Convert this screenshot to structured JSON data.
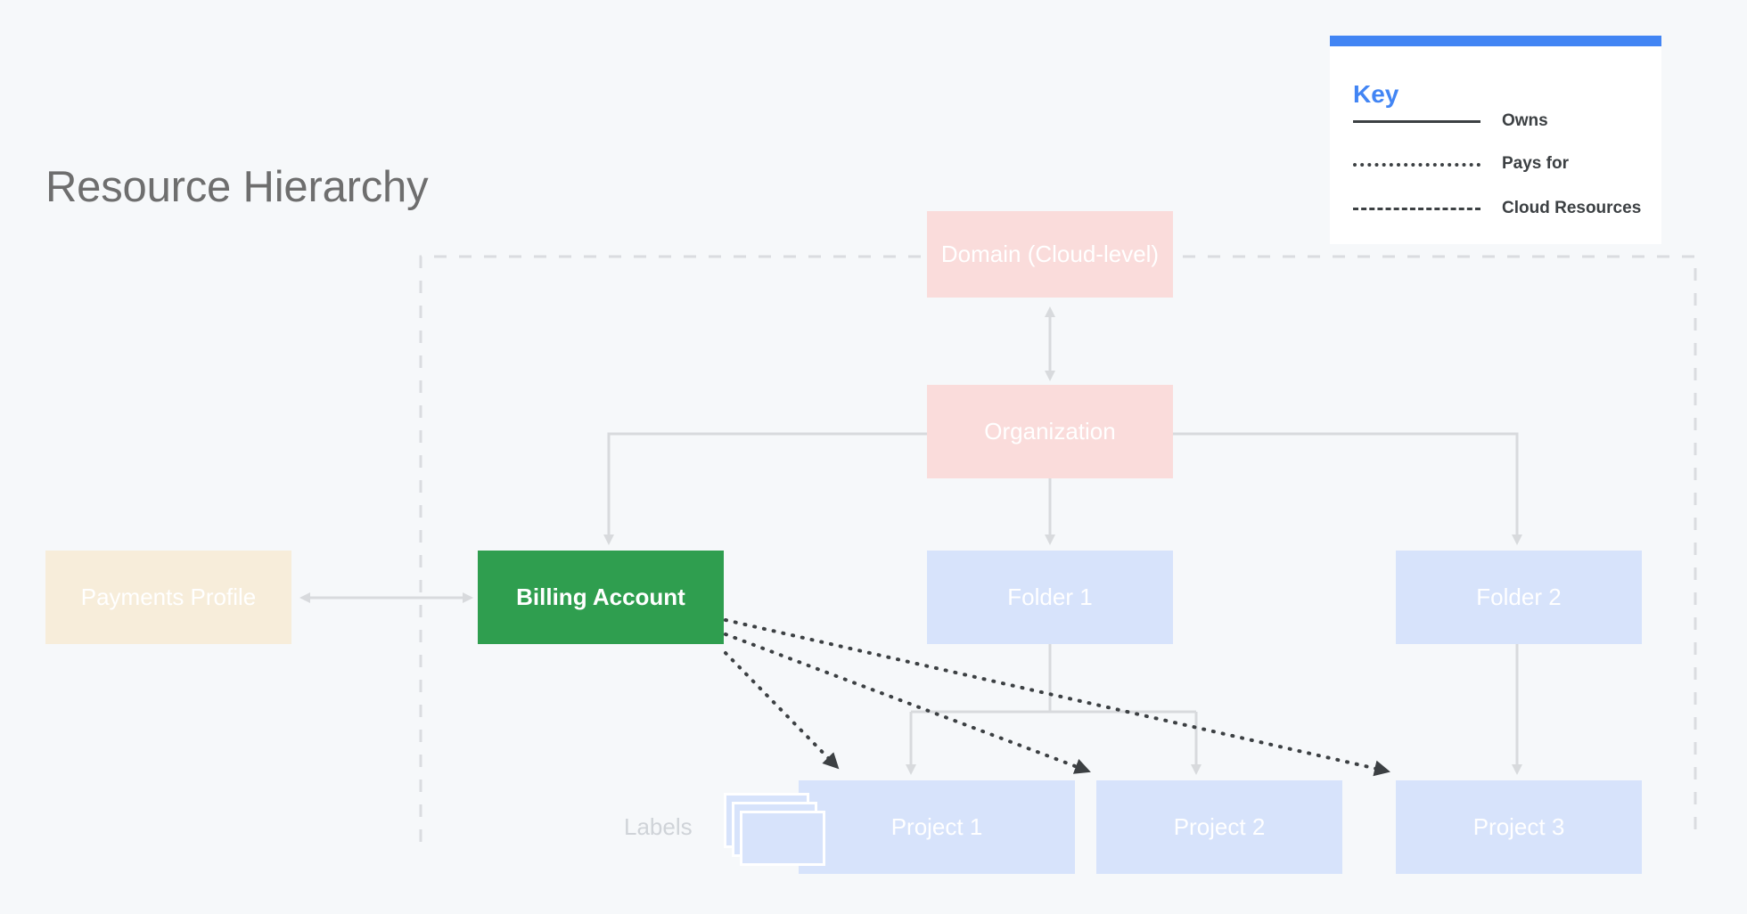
{
  "page": {
    "title": "Resource Hierarchy",
    "background_color": "#f6f8fa"
  },
  "key": {
    "title": "Key",
    "accent_color": "#4285f4",
    "rows": [
      {
        "style": "solid",
        "label": "Owns"
      },
      {
        "style": "dotted",
        "label": "Pays for"
      },
      {
        "style": "dashed",
        "label": "Cloud Resources"
      }
    ]
  },
  "nodes": {
    "domain": {
      "label": "Domain (Cloud-level)",
      "color": "#fadcdb",
      "text_color": "#ffffff"
    },
    "organization": {
      "label": "Organization",
      "color": "#fadcdb",
      "text_color": "#ffffff"
    },
    "billing": {
      "label": "Billing Account",
      "color": "#2f9e4f",
      "text_color": "#ffffff"
    },
    "payments": {
      "label": "Payments Profile",
      "color": "#f7edda",
      "text_color": "#ffffff"
    },
    "folder1": {
      "label": "Folder 1",
      "color": "#d7e3fb",
      "text_color": "#ffffff"
    },
    "folder2": {
      "label": "Folder 2",
      "color": "#d7e3fb",
      "text_color": "#ffffff"
    },
    "project1": {
      "label": "Project 1",
      "color": "#d7e3fb",
      "text_color": "#ffffff"
    },
    "project2": {
      "label": "Project 2",
      "color": "#d7e3fb",
      "text_color": "#ffffff"
    },
    "project3": {
      "label": "Project 3",
      "color": "#d7e3fb",
      "text_color": "#ffffff"
    },
    "labels": {
      "label": "Labels",
      "color": "#d7e3fb",
      "text_color": "#cfd3d8"
    }
  },
  "edges": [
    {
      "from": "domain",
      "to": "organization",
      "style": "solid",
      "arrows": "both"
    },
    {
      "from": "organization",
      "to": "billing",
      "style": "solid",
      "arrows": "end"
    },
    {
      "from": "organization",
      "to": "folder1",
      "style": "solid",
      "arrows": "end"
    },
    {
      "from": "organization",
      "to": "folder2",
      "style": "solid",
      "arrows": "end"
    },
    {
      "from": "payments",
      "to": "billing",
      "style": "solid",
      "arrows": "both"
    },
    {
      "from": "folder1",
      "to": "project1",
      "style": "solid",
      "arrows": "end"
    },
    {
      "from": "folder1",
      "to": "project2",
      "style": "solid",
      "arrows": "end"
    },
    {
      "from": "folder2",
      "to": "project3",
      "style": "solid",
      "arrows": "end"
    },
    {
      "from": "billing",
      "to": "project1",
      "style": "dotted",
      "arrows": "end"
    },
    {
      "from": "billing",
      "to": "project2",
      "style": "dotted",
      "arrows": "end"
    },
    {
      "from": "billing",
      "to": "project3",
      "style": "dotted",
      "arrows": "end"
    }
  ],
  "cloud_boundary": {
    "style": "dashed",
    "color": "#dadce0"
  }
}
